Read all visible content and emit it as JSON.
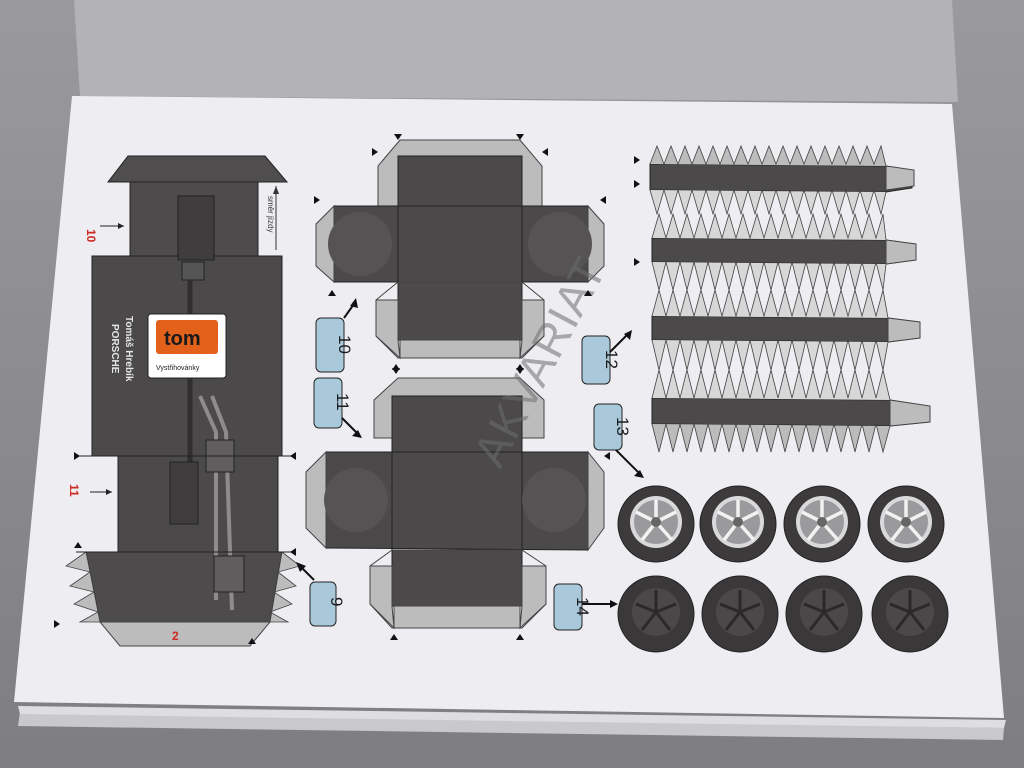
{
  "photo": {
    "subject": "paper model cut-out sheet"
  },
  "part_labels": {
    "p9": "9",
    "p10": "10",
    "p11": "11",
    "p12": "12",
    "p13": "13",
    "p14": "14"
  },
  "red_markers": {
    "m10": "10",
    "m11": "11",
    "m2": "2"
  },
  "direction_text": "směr jízdy",
  "logo": {
    "brand": "tom",
    "sub": "Vystřihovánky"
  },
  "author_text": {
    "line1": "Tomáš Hrebík",
    "line2": "PORSCHE"
  },
  "watermark": "AKVARIAT",
  "colors": {
    "paper": "#f1f1f4",
    "part_fill": "#4b4949",
    "tab_fill": "#bdbcbd",
    "label_box": "#a9c8da",
    "logo_orange": "#e2621c",
    "marker_red": "#cc2a22"
  }
}
